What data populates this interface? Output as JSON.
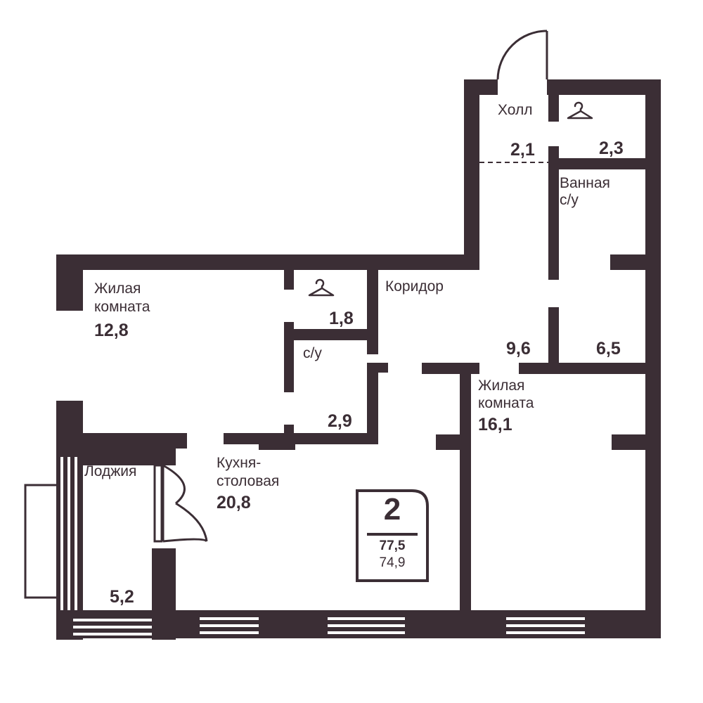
{
  "colors": {
    "wall": "#3b2e35",
    "background": "#ffffff"
  },
  "rooms": {
    "hall": {
      "name": "Холл",
      "area": "2,1"
    },
    "wardrobe_hall": {
      "area": "2,3",
      "icon": "hanger-icon"
    },
    "bathroom": {
      "name_line1": "Ванная",
      "name_line2": "с/у",
      "area": "6,5"
    },
    "corridor": {
      "name": "Коридор",
      "area": "9,6"
    },
    "living_room_1": {
      "name_line1": "Жилая",
      "name_line2": "комната",
      "area": "12,8"
    },
    "wardrobe_1": {
      "area": "1,8",
      "icon": "hanger-icon"
    },
    "wc": {
      "name": "с/у",
      "area": "2,9"
    },
    "living_room_2": {
      "name_line1": "Жилая",
      "name_line2": "комната",
      "area": "16,1"
    },
    "kitchen": {
      "name_line1": "Кухня-",
      "name_line2": "столовая",
      "area": "20,8"
    },
    "loggia": {
      "name": "Лоджия",
      "area": "5,2"
    }
  },
  "badge": {
    "rooms": "2",
    "total_area": "77,5",
    "living_area": "74,9"
  }
}
